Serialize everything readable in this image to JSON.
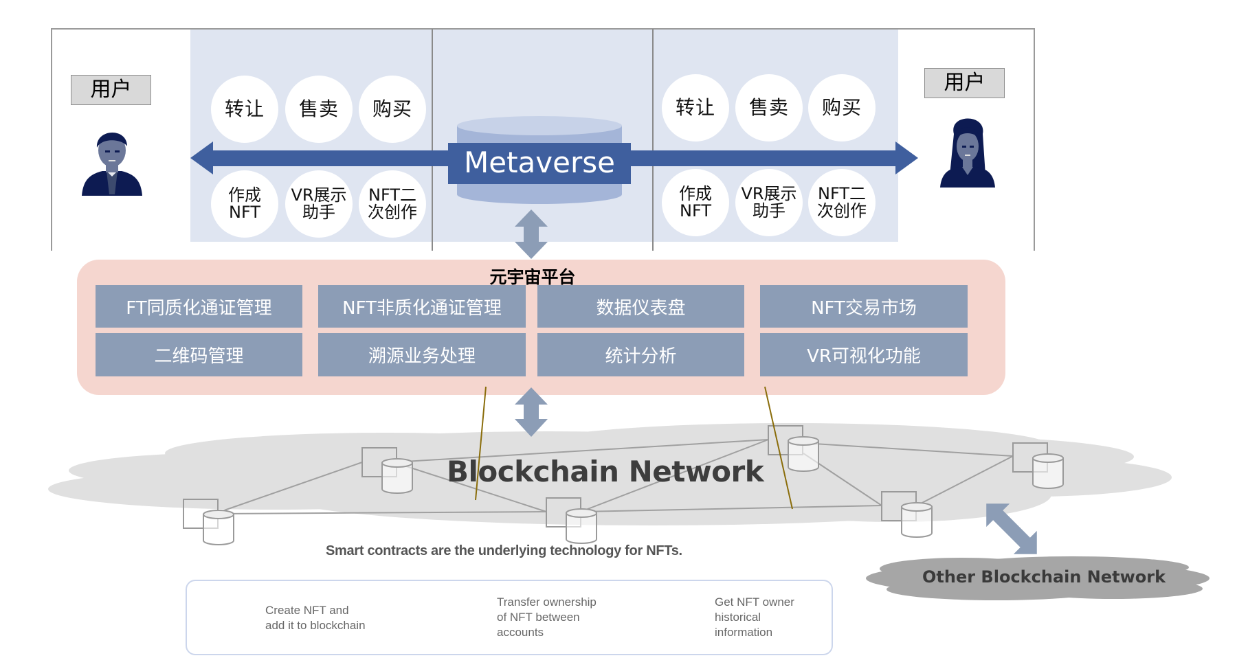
{
  "users": {
    "left": {
      "label": "用户",
      "avatar": "male-user-icon"
    },
    "right": {
      "label": "用户",
      "avatar": "female-user-icon"
    }
  },
  "actions": {
    "left": [
      "转让",
      "售卖",
      "购买",
      "作成\nNFT",
      "VR展示\n助手",
      "NFT二\n次创作"
    ],
    "right": [
      "转让",
      "售卖",
      "购买",
      "作成\nNFT",
      "VR展示\n助手",
      "NFT二\n次创作"
    ]
  },
  "metaverse": {
    "label": "Metaverse"
  },
  "platform": {
    "title": "元宇宙平台",
    "modules": [
      "FT同质化通证管理",
      "NFT非质化通证管理",
      "数据仪表盘",
      "NFT交易市场",
      "二维码管理",
      "溯源业务处理",
      "统计分析",
      "VR可视化功能"
    ]
  },
  "blockchain": {
    "title": "Blockchain Network",
    "caption": "Smart contracts are the underlying technology for NFTs.",
    "other_network": "Other Blockchain Network"
  },
  "features": [
    {
      "icon": "network-create-icon",
      "text": "Create NFT and\nadd it to blockchain"
    },
    {
      "icon": "transfer-accounts-icon",
      "text": "Transfer ownership\nof NFT between\naccounts"
    },
    {
      "icon": "owner-history-icon",
      "text": "Get NFT owner\nhistorical\ninformation"
    }
  ],
  "colors": {
    "panel_light": "#dfe5f1",
    "arrow_blue": "#3f5f9e",
    "connector_gray_blue": "#8c9db6",
    "platform_pink": "#f5d6cf",
    "module_fill": "#8c9db6",
    "cloud_gray": "#e0e0e0",
    "other_cloud": "#a6a6a6",
    "link_gold": "#8a6d0b"
  }
}
